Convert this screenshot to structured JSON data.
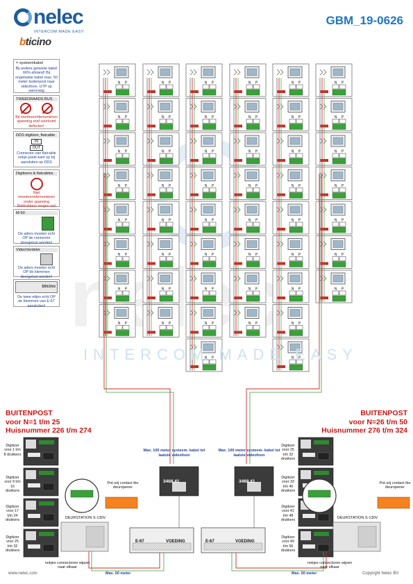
{
  "logo": {
    "brand": "nelec",
    "tagline": "INTERCOM MADE EASY",
    "partner": "bticino"
  },
  "doc_id": "GBM_19-0626",
  "watermark": "INTERCOM MADE EASY",
  "legend": {
    "systeemkabel": {
      "title": "= systeemkabel",
      "text": "Bij andere getwiste kabel 66% afstand! Bij ongetwiste kabel max. 50 meter buitenpost naar videofoon. UTP op aanvraag"
    },
    "bus": {
      "title": "TWEEDRAADS BUS",
      "text": "Bij monteren/demonteren spanning eraf voorkomt defecten!"
    },
    "dds": {
      "title": "DDS digitizer, flatcable",
      "in": "IN",
      "out": "OUT",
      "text": "Connector van flatcable nokje juiste kant op bij aansluiten op DDS"
    },
    "flatcables": {
      "title": "Digitizers & flatcables",
      "text": "Niet monteren/demonteren onder spanning Beldrukkers mogen wel"
    },
    "m50": {
      "title": "M-50",
      "text": "De aders moeten echt OP de connector doorgelust worden!"
    },
    "verdeler": {
      "title": "VideoVerdeler",
      "text": "De aders moeten echt OP de klemmen doorgelust worden!"
    },
    "e67": {
      "text": "De twee eitjes echt OP de klemmen van E-67 aansluiten!"
    }
  },
  "left_panel": {
    "title_line1": "BUITENPOST",
    "title_line2": "voor N=1 t/m 25",
    "title_line3": "Huisnummer 226 t/m 274",
    "digitizers": [
      "Digitizer voor 1 t/m 8 drukkers",
      "Digitizer voor 9 t/m 16 drukkers",
      "Digitizer voor 17 t/m 24 drukkers",
      "Digitizer voor 25 t/m 32 drukkers"
    ],
    "contact": "Pot.vrij contact tbv deuropener",
    "deurstation": "DEURSTATION S-130V",
    "nokjes": "nokjes connectoren wijzen naar elkaar",
    "max100": "Max. 100 meter systeem- kabel tot laatste videofoon",
    "model": "3468.41",
    "max50": "Max. 50 meter"
  },
  "right_panel": {
    "title_line1": "BUITENPOST",
    "title_line2": "voor N=26 t/m 50",
    "title_line3": "Huisnummer 276 t/m 324",
    "digitizers": [
      "Digitizer voor 25 t/m 32 drukkers",
      "Digitizer voor 33 t/m 40 drukkers",
      "Digitizer voor 41 t/m 48 drukkers",
      "Digitizer voor 49 t/m 56 drukkers"
    ],
    "contact": "Pot.vrij contact tbv deuropener",
    "deurstation": "DEURSTATION S-130V",
    "nokjes": "nokjes connectoren wijzen naar elkaar",
    "max100": "Max. 100 meter systeem- kabel tot laatste videofoon",
    "model": "3468.41",
    "max50": "Max. 50 meter"
  },
  "supply": {
    "name": "E-67",
    "label": "VOEDING"
  },
  "footer": {
    "left": "www.nelec.com",
    "right": "Copyright Nelec BV"
  },
  "colors": {
    "accent": "#1f76c2",
    "red": "#cc1414",
    "line": "#9a9a9a"
  }
}
